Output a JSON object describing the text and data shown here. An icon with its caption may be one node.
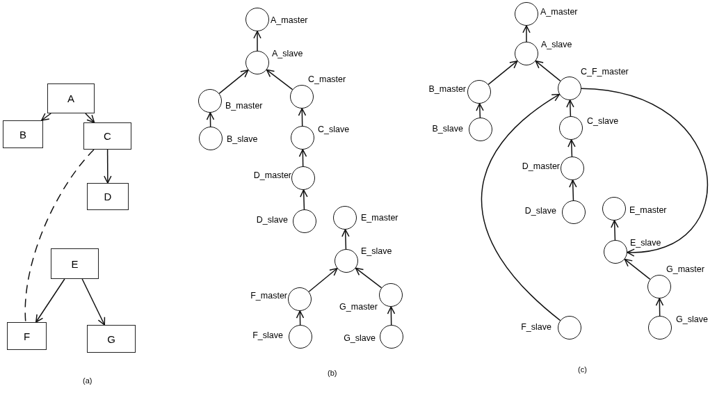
{
  "diagram": {
    "nodes": [
      {
        "text": [
          "A"
        ]
      },
      {
        "text": [
          "B"
        ]
      },
      {
        "text": [
          "C"
        ]
      },
      {
        "text": [
          "D"
        ]
      },
      {
        "text": [
          "E"
        ]
      },
      {
        "text": [
          "F"
        ]
      },
      {
        "text": [
          "G"
        ]
      },
      {
        "text": [],
        "shape": "circle",
        "beside": [
          "A_master"
        ]
      },
      {
        "text": [],
        "shape": "circle",
        "beside": [
          "A_slave"
        ]
      },
      {
        "text": [],
        "shape": "circle",
        "beside": [
          "B_master"
        ]
      },
      {
        "text": [],
        "shape": "circle",
        "beside": [
          "B_slave"
        ]
      },
      {
        "text": [],
        "shape": "circle",
        "beside": [
          "C_master"
        ]
      },
      {
        "text": [],
        "shape": "circle",
        "beside": [
          "C_slave"
        ]
      },
      {
        "text": [],
        "shape": "circle",
        "beside": [
          "D_master"
        ]
      },
      {
        "text": [],
        "shape": "circle",
        "beside": [
          "D_slave"
        ]
      },
      {
        "text": [],
        "shape": "circle",
        "beside": [
          "E_master"
        ]
      },
      {
        "text": [],
        "shape": "circle",
        "beside": [
          "E_slave"
        ]
      },
      {
        "text": [],
        "shape": "circle",
        "beside": [
          "F_master"
        ]
      },
      {
        "text": [],
        "shape": "circle",
        "beside": [
          "F_slave"
        ]
      },
      {
        "text": [],
        "shape": "circle",
        "beside": [
          "G_master"
        ]
      },
      {
        "text": [],
        "shape": "circle",
        "beside": [
          "G_slave"
        ]
      },
      {
        "text": [],
        "shape": "circle",
        "beside": [
          "A_master"
        ]
      },
      {
        "text": [],
        "shape": "circle",
        "beside": [
          "A_slave"
        ]
      },
      {
        "text": [],
        "shape": "circle",
        "beside": [
          "B_master"
        ]
      },
      {
        "text": [],
        "shape": "circle",
        "beside": [
          "B_slave"
        ]
      },
      {
        "text": [],
        "shape": "circle",
        "beside": [
          "C_F_master"
        ]
      },
      {
        "text": [],
        "shape": "circle",
        "beside": [
          "C_slave"
        ]
      },
      {
        "text": [],
        "shape": "circle",
        "beside": [
          "D_master"
        ]
      },
      {
        "text": [],
        "shape": "circle",
        "beside": [
          "D_slave"
        ]
      },
      {
        "text": [],
        "shape": "circle",
        "beside": [
          "E_master"
        ]
      },
      {
        "text": [],
        "shape": "circle",
        "beside": [
          "E_slave"
        ]
      },
      {
        "text": [],
        "shape": "circle",
        "beside": [
          "F_slave"
        ]
      },
      {
        "text": [],
        "shape": "circle",
        "beside": [
          "G_master"
        ]
      },
      {
        "text": [],
        "shape": "circle",
        "beside": [
          "G_slave"
        ]
      }
    ],
    "edges": [
      {
        "from": 0,
        "to": 1,
        "arrow": "to"
      },
      {
        "from": 0,
        "to": 2,
        "arrow": "to"
      },
      {
        "from": 2,
        "to": 3,
        "arrow": "to"
      },
      {
        "from": 4,
        "to": 5,
        "arrow": "to"
      },
      {
        "from": 4,
        "to": 6,
        "arrow": "to"
      },
      {
        "from": 2,
        "to": 5,
        "arrow": "none",
        "style": "dashed"
      },
      {
        "from": 8,
        "to": 7,
        "arrow": "to"
      },
      {
        "from": 9,
        "to": 8,
        "arrow": "to"
      },
      {
        "from": 11,
        "to": 8,
        "arrow": "to"
      },
      {
        "from": 10,
        "to": 9,
        "arrow": "to"
      },
      {
        "from": 12,
        "to": 11,
        "arrow": "to"
      },
      {
        "from": 13,
        "to": 12,
        "arrow": "to"
      },
      {
        "from": 14,
        "to": 13,
        "arrow": "to"
      },
      {
        "from": 16,
        "to": 15,
        "arrow": "to"
      },
      {
        "from": 17,
        "to": 16,
        "arrow": "to"
      },
      {
        "from": 19,
        "to": 16,
        "arrow": "to"
      },
      {
        "from": 18,
        "to": 17,
        "arrow": "to"
      },
      {
        "from": 20,
        "to": 19,
        "arrow": "to"
      },
      {
        "from": 22,
        "to": 21,
        "arrow": "to"
      },
      {
        "from": 23,
        "to": 22,
        "arrow": "to"
      },
      {
        "from": 25,
        "to": 22,
        "arrow": "to"
      },
      {
        "from": 24,
        "to": 23,
        "arrow": "to"
      },
      {
        "from": 26,
        "to": 25,
        "arrow": "to"
      },
      {
        "from": 27,
        "to": 26,
        "arrow": "to"
      },
      {
        "from": 28,
        "to": 27,
        "arrow": "to"
      },
      {
        "from": 30,
        "to": 29,
        "arrow": "to"
      },
      {
        "from": 32,
        "to": 30,
        "arrow": "to"
      },
      {
        "from": 33,
        "to": 32,
        "arrow": "to"
      },
      {
        "from": 31,
        "to": 25,
        "arrow": "to"
      },
      {
        "from": 25,
        "to": 30,
        "arrow": "to"
      }
    ],
    "labels": [
      "(a)",
      "(b)",
      "(c)"
    ]
  }
}
